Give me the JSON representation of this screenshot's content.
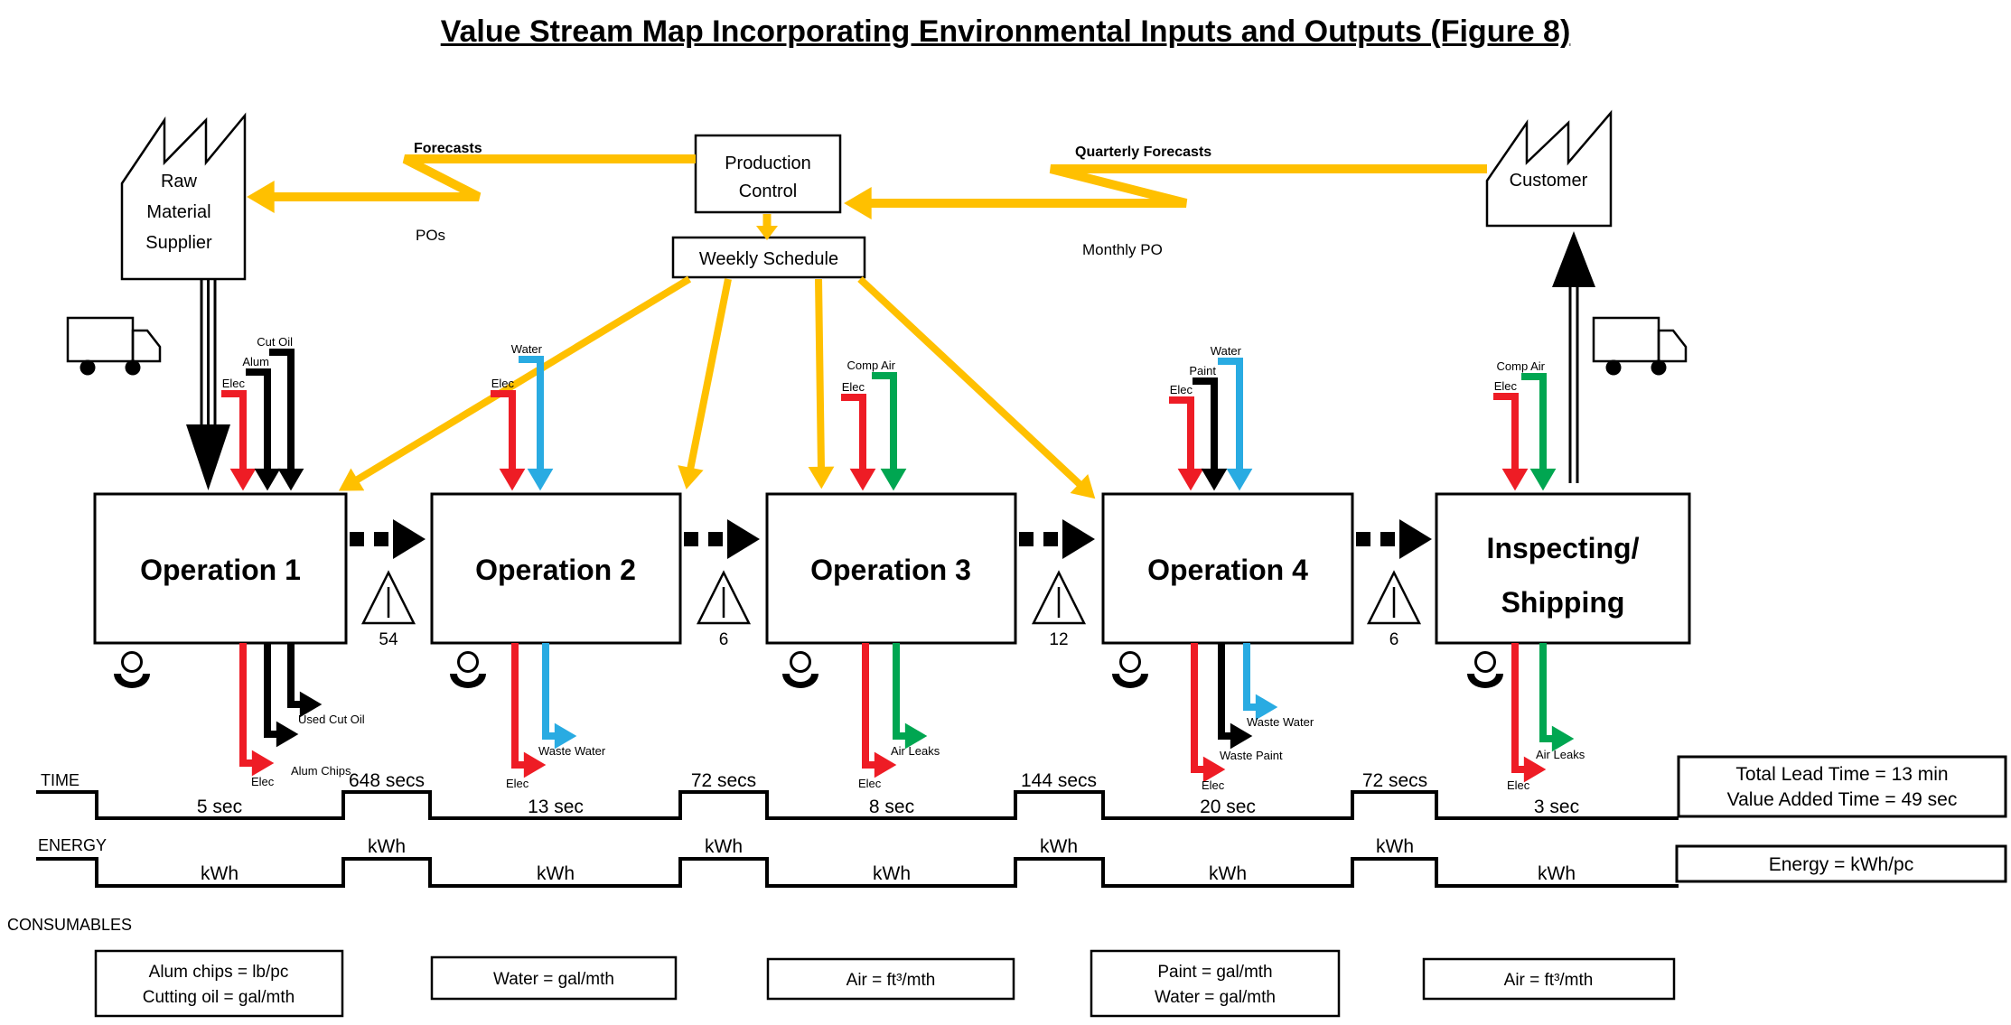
{
  "title": "Value Stream Map Incorporating Environmental Inputs and Outputs (Figure 8)",
  "colors": {
    "information": "#FFC000",
    "electricity": "#EE1C25",
    "water": "#29ABE2",
    "air": "#00A651",
    "material": "#000000"
  },
  "external": {
    "supplier": {
      "lines": [
        "Raw",
        "Material",
        "Supplier"
      ]
    },
    "customer": {
      "label": "Customer"
    }
  },
  "control": {
    "production_control": {
      "line1": "Production",
      "line2": "Control"
    },
    "weekly_schedule": "Weekly Schedule",
    "flows": {
      "forecasts": "Forecasts",
      "pos": "POs",
      "quarterly_forecasts": "Quarterly Forecasts",
      "monthly_po": "Monthly PO"
    }
  },
  "operations": [
    {
      "name": "Operation 1",
      "cycle_time": "5 sec",
      "wait_after": "648 secs",
      "inventory_after": "54",
      "inputs": [
        {
          "label": "Elec",
          "color": "red"
        },
        {
          "label": "Alum",
          "color": "black"
        },
        {
          "label": "Cut Oil",
          "color": "black"
        }
      ],
      "outputs": [
        {
          "label": "Elec",
          "color": "red"
        },
        {
          "label": "Alum Chips",
          "color": "black"
        },
        {
          "label": "Used Cut Oil",
          "color": "black"
        }
      ]
    },
    {
      "name": "Operation 2",
      "cycle_time": "13 sec",
      "wait_after": "72 secs",
      "inventory_after": "6",
      "inputs": [
        {
          "label": "Elec",
          "color": "red"
        },
        {
          "label": "Water",
          "color": "blue"
        }
      ],
      "outputs": [
        {
          "label": "Elec",
          "color": "red"
        },
        {
          "label": "Waste Water",
          "color": "blue"
        }
      ]
    },
    {
      "name": "Operation 3",
      "cycle_time": "8 sec",
      "wait_after": "144 secs",
      "inventory_after": "12",
      "inputs": [
        {
          "label": "Elec",
          "color": "red"
        },
        {
          "label": "Comp Air",
          "color": "green"
        }
      ],
      "outputs": [
        {
          "label": "Elec",
          "color": "red"
        },
        {
          "label": "Air Leaks",
          "color": "green"
        }
      ]
    },
    {
      "name": "Operation 4",
      "cycle_time": "20 sec",
      "wait_after": "72 secs",
      "inventory_after": "6",
      "inputs": [
        {
          "label": "Elec",
          "color": "red"
        },
        {
          "label": "Paint",
          "color": "black"
        },
        {
          "label": "Water",
          "color": "blue"
        }
      ],
      "outputs": [
        {
          "label": "Elec",
          "color": "red"
        },
        {
          "label": "Waste Paint",
          "color": "black"
        },
        {
          "label": "Waste Water",
          "color": "blue"
        }
      ]
    },
    {
      "name_line1": "Inspecting/",
      "name_line2": "Shipping",
      "cycle_time": "3 sec",
      "inputs": [
        {
          "label": "Elec",
          "color": "red"
        },
        {
          "label": "Comp Air",
          "color": "green"
        }
      ],
      "outputs": [
        {
          "label": "Elec",
          "color": "red"
        },
        {
          "label": "Air Leaks",
          "color": "green"
        }
      ]
    }
  ],
  "timeline": {
    "label": "TIME",
    "lead_box": {
      "line1": "Total Lead Time = 13 min",
      "line2": "Value Added Time = 49 sec"
    }
  },
  "energy": {
    "label": "ENERGY",
    "unit": "kWh",
    "box": "Energy = kWh/pc"
  },
  "consumables": {
    "label": "CONSUMABLES",
    "boxes": [
      {
        "lines": [
          "Alum chips = lb/pc",
          "Cutting oil = gal/mth"
        ]
      },
      {
        "lines": [
          "Water = gal/mth"
        ]
      },
      {
        "lines": [
          "Air = ft³/mth"
        ]
      },
      {
        "lines": [
          "Paint = gal/mth",
          "Water = gal/mth"
        ]
      },
      {
        "lines": [
          "Air = ft³/mth"
        ]
      }
    ]
  }
}
